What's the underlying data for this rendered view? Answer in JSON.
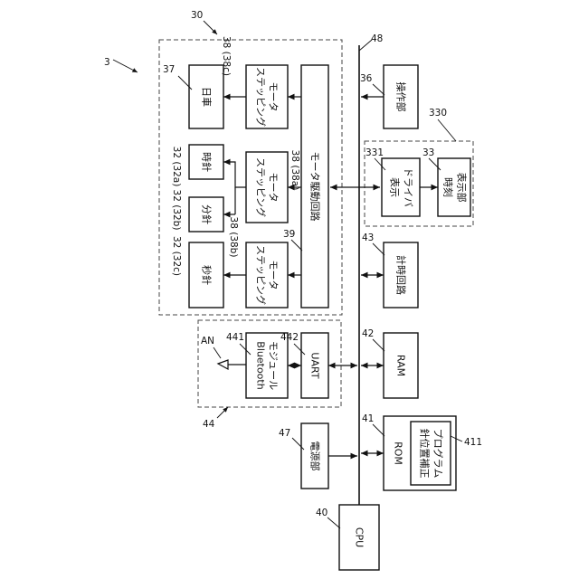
{
  "figure": {
    "system_ref": "3",
    "watch_unit": {
      "ref": "30"
    },
    "comm_unit": {
      "ref": "44"
    },
    "display_unit": {
      "ref": "330"
    },
    "bus": {
      "ref": "48"
    },
    "blocks": {
      "date_wheel": {
        "label": "日車",
        "ref": "37"
      },
      "stepper_c": {
        "label1": "ステッピング",
        "label2": "モータ",
        "ref": "38 (38c)"
      },
      "hour_hand": {
        "label": "時針",
        "ref": "32 (32a)"
      },
      "minute_hand": {
        "label": "分針",
        "ref": "32 (32b)"
      },
      "stepper_a": {
        "label1": "ステッピング",
        "label2": "モータ",
        "ref": "38 (38a)"
      },
      "second_hand": {
        "label": "秒針",
        "ref": "32 (32c)"
      },
      "stepper_b": {
        "label1": "ステッピング",
        "label2": "モータ",
        "ref": "38 (38b)"
      },
      "motor_driver": {
        "label": "モータ駆動回路",
        "ref": "39"
      },
      "operation": {
        "label": "操作部",
        "ref": "36"
      },
      "display_driver": {
        "label1": "表示",
        "label2": "ドライバ",
        "ref": "331"
      },
      "time_display": {
        "label1": "時刻",
        "label2": "表示部",
        "ref": "33"
      },
      "timer": {
        "label": "計時回路",
        "ref": "43"
      },
      "bluetooth": {
        "label1": "Bluetooth",
        "label2": "モジュール",
        "ref": "441"
      },
      "uart": {
        "label": "UART",
        "ref": "442"
      },
      "ram": {
        "label": "RAM",
        "ref": "42"
      },
      "antenna": {
        "label": "AN"
      },
      "power": {
        "label": "電源部",
        "ref": "47"
      },
      "rom": {
        "label": "ROM",
        "ref": "41"
      },
      "program": {
        "label1": "針位置補正",
        "label2": "プログラム",
        "ref": "411"
      },
      "cpu": {
        "label": "CPU",
        "ref": "40"
      }
    }
  }
}
